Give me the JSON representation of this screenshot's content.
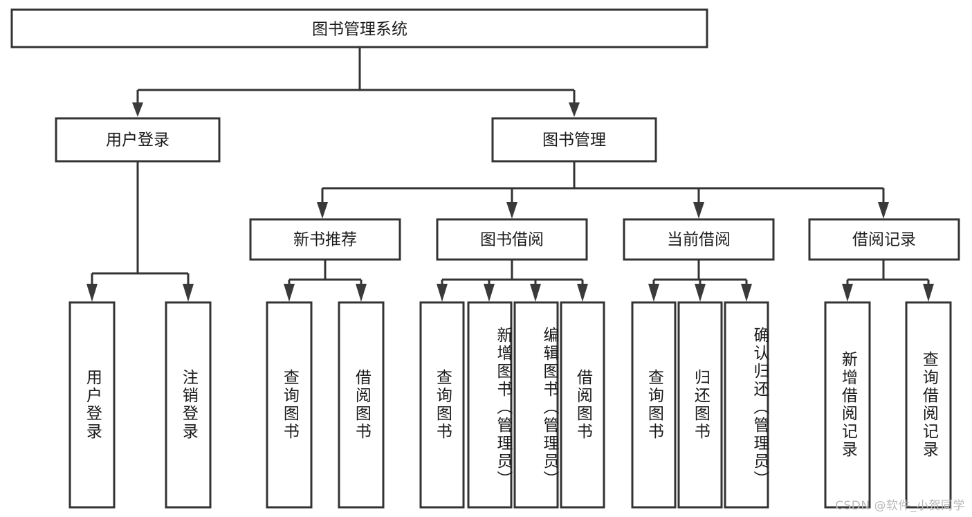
{
  "diagram": {
    "type": "hierarchy-tree",
    "orientation": "top-down",
    "title_node": {
      "label": "图书管理系统"
    },
    "level2": [
      {
        "id": "user-login",
        "label": "用户登录"
      },
      {
        "id": "book-manage",
        "label": "图书管理"
      }
    ],
    "level3": [
      {
        "id": "new-book-rec",
        "label": "新书推荐",
        "parent": "book-manage"
      },
      {
        "id": "book-borrow",
        "label": "图书借阅",
        "parent": "book-manage"
      },
      {
        "id": "current-borrow",
        "label": "当前借阅",
        "parent": "book-manage"
      },
      {
        "id": "borrow-record",
        "label": "借阅记录",
        "parent": "book-manage"
      }
    ],
    "leaves": {
      "user-login": [
        {
          "id": "leaf-user-login",
          "label": "用户登录"
        },
        {
          "id": "leaf-user-logout",
          "label": "注销登录"
        }
      ],
      "new-book-rec": [
        {
          "id": "leaf-query-book-1",
          "label": "查询图书"
        },
        {
          "id": "leaf-borrow-book-1",
          "label": "借阅图书"
        }
      ],
      "book-borrow": [
        {
          "id": "leaf-query-book-2",
          "label": "查询图书"
        },
        {
          "id": "leaf-add-book",
          "label": "新增图书（管理员）"
        },
        {
          "id": "leaf-edit-book",
          "label": "编辑图书（管理员）"
        },
        {
          "id": "leaf-borrow-book-2",
          "label": "借阅图书"
        }
      ],
      "current-borrow": [
        {
          "id": "leaf-query-book-3",
          "label": "查询图书"
        },
        {
          "id": "leaf-return-book",
          "label": "归还图书"
        },
        {
          "id": "leaf-confirm-return",
          "label": "确认归还（管理员）"
        }
      ],
      "borrow-record": [
        {
          "id": "leaf-add-record",
          "label": "新增借阅记录"
        },
        {
          "id": "leaf-query-record",
          "label": "查询借阅记录"
        }
      ]
    }
  },
  "watermark": {
    "text": "CSDN @软件_小贺同学"
  },
  "colors": {
    "box_stroke": "#333333",
    "box_fill": "#ffffff",
    "text": "#1a1a1a",
    "watermark": "#b9b9b9",
    "background": "#ffffff"
  }
}
